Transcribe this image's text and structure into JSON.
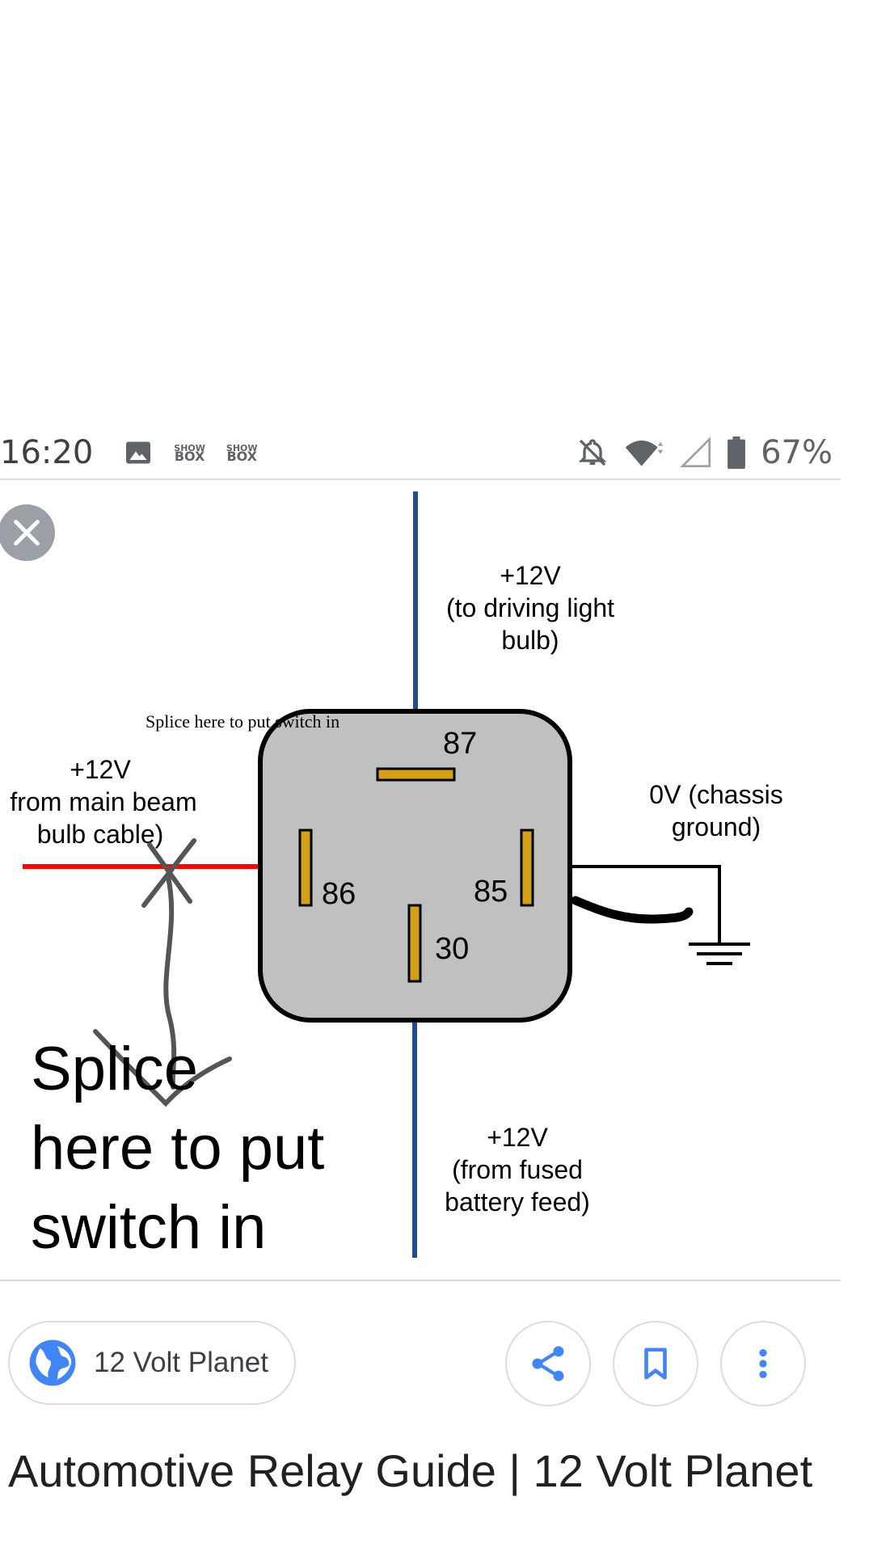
{
  "status_bar": {
    "time": "16:20",
    "icons": [
      "image-icon",
      "showbox-icon",
      "showbox-icon",
      "notifications-off-icon",
      "wifi-icon",
      "cell-signal-icon",
      "battery-icon"
    ],
    "box_top": "SHOW",
    "box_bottom": "BOX",
    "battery": "67%"
  },
  "diagram": {
    "label_87_top": "+12V",
    "label_87_mid": "(to driving light",
    "label_87_bot": "bulb)",
    "handwritten_note": "Splice here to put switch in",
    "label_86_top": "+12V",
    "label_86_mid": "from main beam",
    "label_86_bot": "bulb cable)",
    "label_85_top": "0V (chassis",
    "label_85_bot": "ground)",
    "pin_87": "87",
    "pin_86": "86",
    "pin_85": "85",
    "pin_30": "30",
    "label_30_top": "+12V",
    "label_30_mid": "(from fused",
    "label_30_bot": "battery feed)",
    "big_note_1": "Splice",
    "big_note_2": "here to put",
    "big_note_3": "switch in",
    "colors": {
      "relay_fill": "#c0c0c0",
      "pin": "#d4a017",
      "wire_blue": "#1f4e8c",
      "wire_red": "#ff0000"
    }
  },
  "source": {
    "name": "12 Volt Planet"
  },
  "actions": [
    "share-icon",
    "bookmark-icon",
    "more-vert-icon"
  ],
  "page": {
    "title": "Automotive Relay Guide | 12 Volt Planet"
  },
  "accent": "#4285f4"
}
